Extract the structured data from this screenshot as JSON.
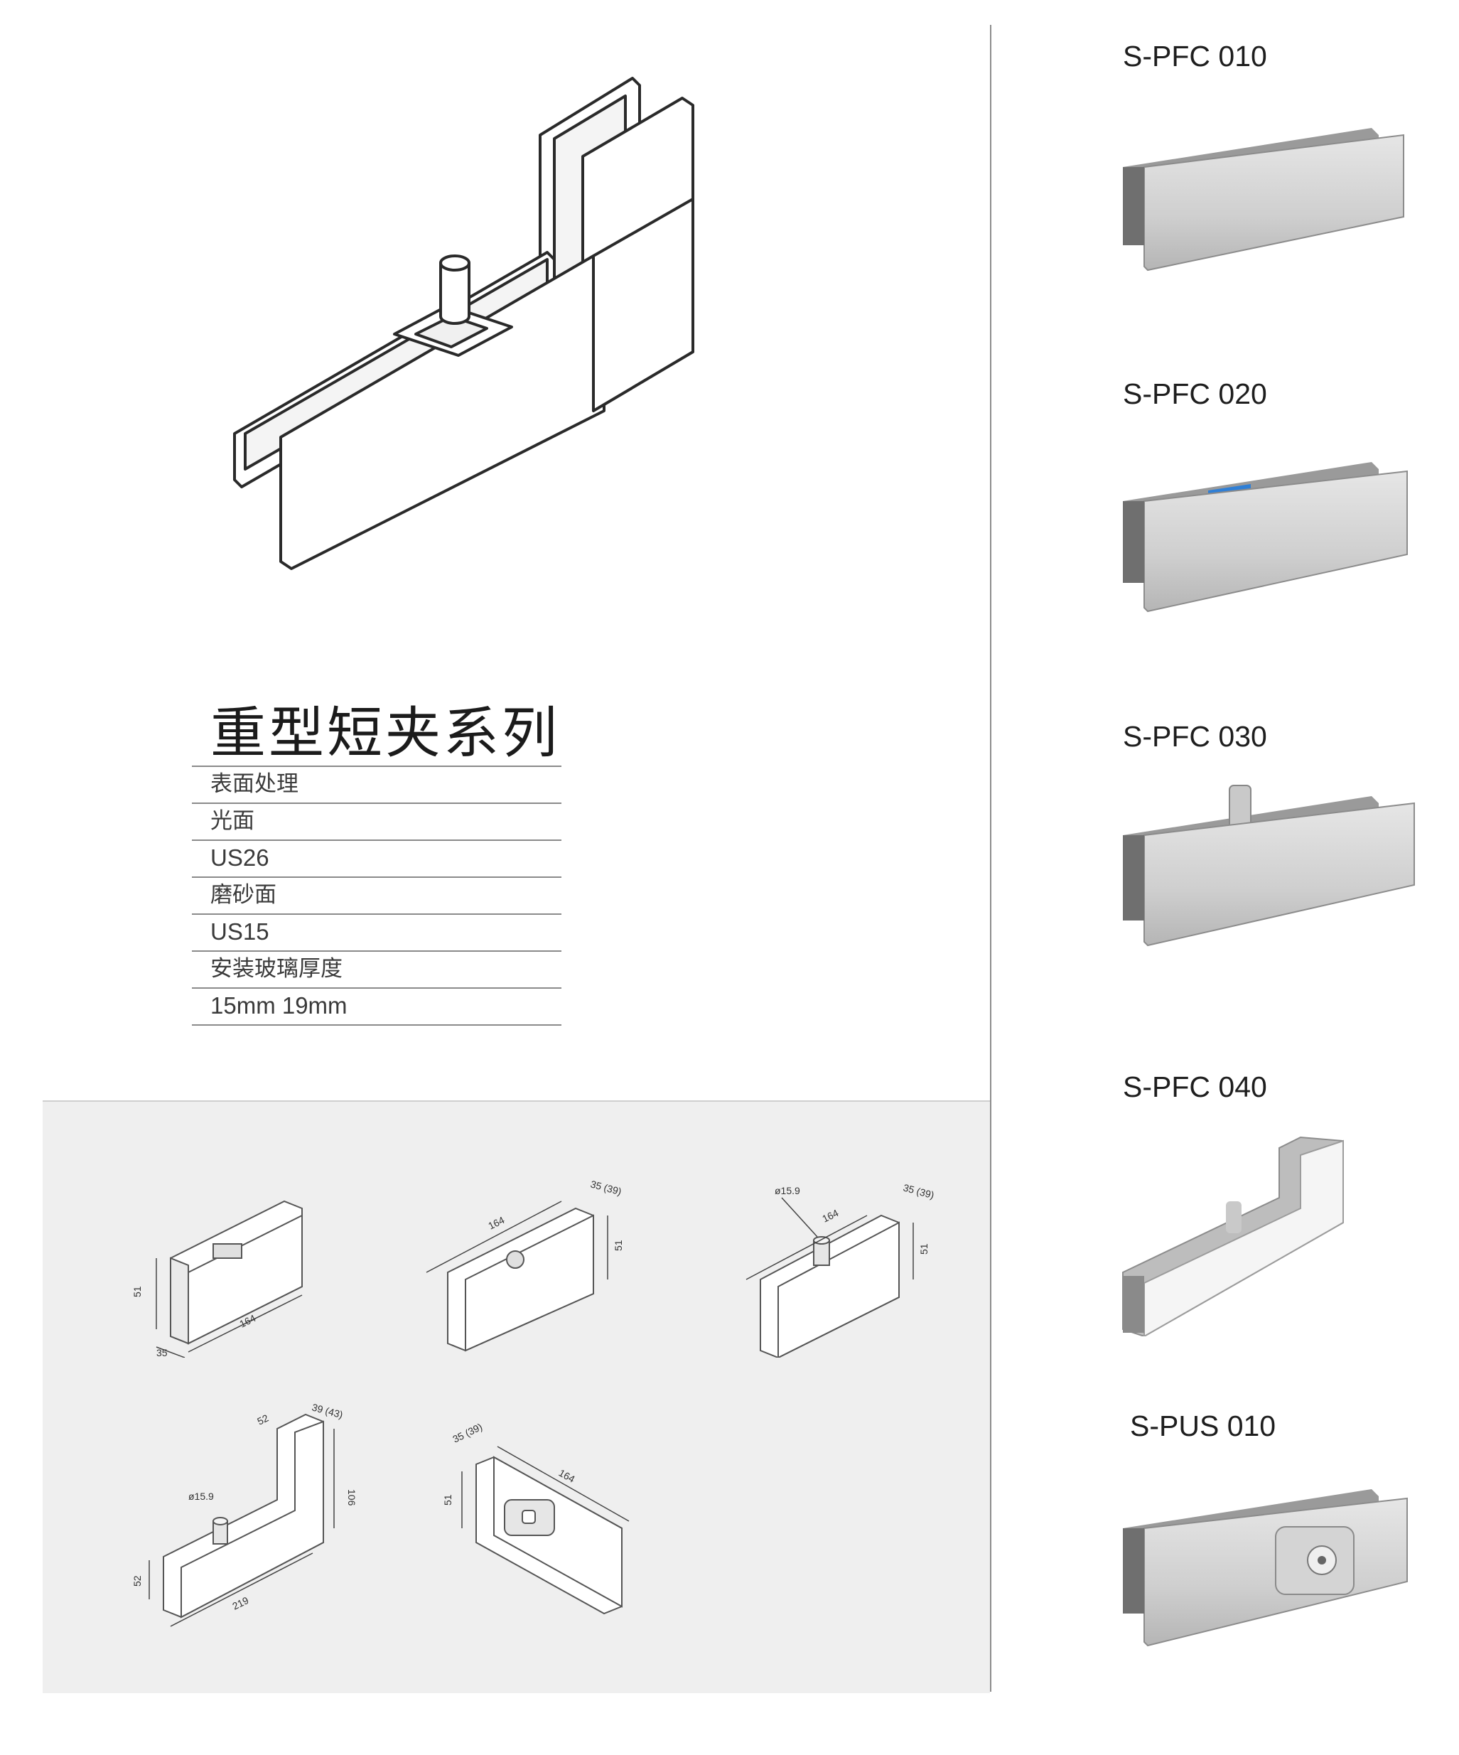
{
  "series_title": "重型短夹系列",
  "specs": [
    {
      "text": "表面处理"
    },
    {
      "text": "光面"
    },
    {
      "text": "US26"
    },
    {
      "text": "磨砂面"
    },
    {
      "text": "US15"
    },
    {
      "text": "安装玻璃厚度"
    },
    {
      "text": "15mm  19mm"
    }
  ],
  "drawings": [
    {
      "dims": [
        "51",
        "164",
        "35"
      ]
    },
    {
      "dims": [
        "164",
        "35 (39)",
        "51"
      ]
    },
    {
      "dims": [
        "ø15.9",
        "164",
        "35 (39)",
        "51"
      ]
    },
    {
      "dims": [
        "52",
        "39 (43)",
        "ø15.9",
        "106",
        "52",
        "219"
      ]
    },
    {
      "dims": [
        "35 (39)",
        "164",
        "51"
      ]
    }
  ],
  "products": [
    {
      "model": "S-PFC 010"
    },
    {
      "model": "S-PFC 020"
    },
    {
      "model": "S-PFC 030"
    },
    {
      "model": "S-PFC 040"
    },
    {
      "model": "S-PUS 010"
    }
  ],
  "colors": {
    "accent_blue": "#2f7fd6",
    "steel": "#cfcfcf",
    "panel": "#efefef"
  }
}
